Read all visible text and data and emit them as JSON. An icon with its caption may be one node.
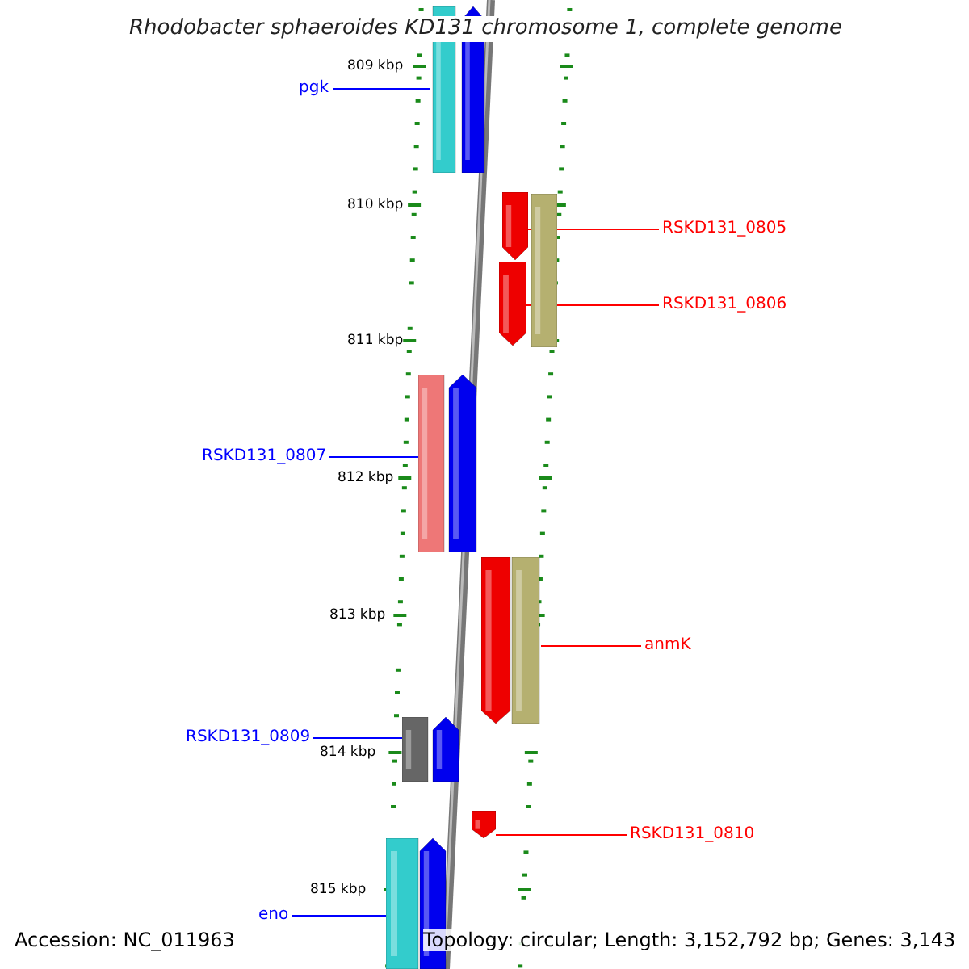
{
  "diagram": {
    "title": "Rhodobacter sphaeroides KD131 chromosome 1, complete genome",
    "nodes": [
      {
        "text": [
          "pgk"
        ]
      },
      {
        "text": [],
        "shape": "bar"
      },
      {
        "text": [
          "RSKD131_0805"
        ]
      },
      {
        "text": [],
        "shape": "bar"
      },
      {
        "text": [
          "RSKD131_0806"
        ]
      },
      {
        "text": [],
        "shape": "bar"
      },
      {
        "text": [
          "RSKD131_0807"
        ]
      },
      {
        "text": [],
        "shape": "bar"
      },
      {
        "text": [
          "anmK"
        ]
      },
      {
        "text": [],
        "shape": "bar"
      },
      {
        "text": [
          "RSKD131_0809"
        ]
      },
      {
        "text": [],
        "shape": "bar"
      },
      {
        "text": [
          "RSKD131_0810"
        ]
      },
      {
        "text": [],
        "shape": "bar"
      },
      {
        "text": [
          "eno"
        ]
      },
      {
        "text": [],
        "shape": "bar"
      },
      {
        "text": [],
        "shape": "bar"
      }
    ],
    "edges": [
      {
        "from": 0,
        "to": 1,
        "arrow": "none",
        "color": "#0000ff"
      },
      {
        "from": 2,
        "to": 3,
        "arrow": "none",
        "color": "#ff0000"
      },
      {
        "from": 4,
        "to": 5,
        "arrow": "none",
        "color": "#ff0000"
      },
      {
        "from": 6,
        "to": 7,
        "arrow": "none",
        "color": "#0000ff"
      },
      {
        "from": 8,
        "to": 9,
        "arrow": "none",
        "color": "#ff0000"
      },
      {
        "from": 10,
        "to": 11,
        "arrow": "none",
        "color": "#0000ff"
      },
      {
        "from": 12,
        "to": 13,
        "arrow": "none",
        "color": "#ff0000"
      },
      {
        "from": 14,
        "to": 15,
        "arrow": "none",
        "color": "#0000ff"
      }
    ],
    "labels": [
      "809 kbp",
      "810 kbp",
      "811 kbp",
      "812 kbp",
      "813 kbp",
      "814 kbp",
      "815 kbp",
      "Accession: NC_011963",
      "Topology: circular; Length: 3,152,792 bp; Genes: 3,143"
    ]
  }
}
